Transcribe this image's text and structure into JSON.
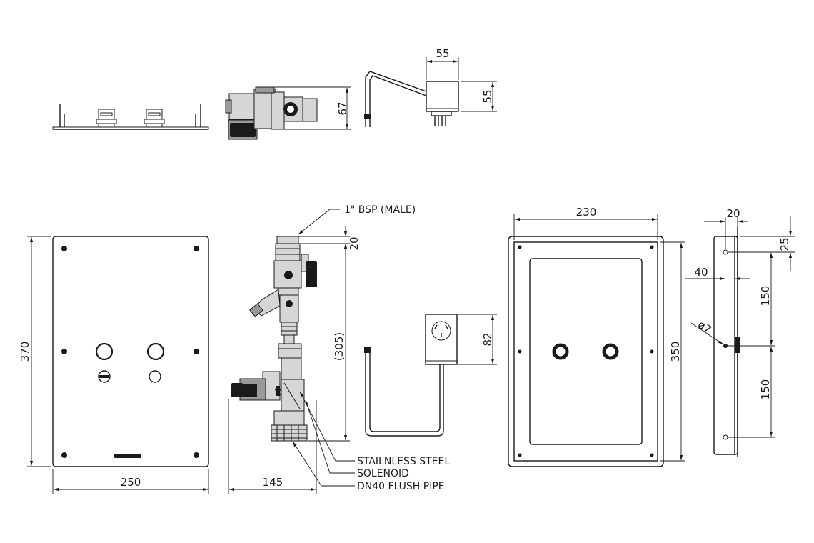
{
  "dimensions": {
    "top_valve_height": "67",
    "top_box_width": "55",
    "top_box_height": "55",
    "panel_height": "370",
    "panel_width": "250",
    "valve_top": "20",
    "valve_length": "(305)",
    "valve_depth": "145",
    "socket_height": "82",
    "cover_width": "230",
    "cover_height": "350",
    "side_offset_top": "20",
    "side_top": "25",
    "side_depth": "40",
    "side_upper_spacing": "150",
    "side_lower_spacing": "150",
    "hole_diameter": "ø7"
  },
  "labels": {
    "bsp": "1\" BSP (MALE)",
    "stainless": "STAILNLESS STEEL",
    "solenoid": "SOLENOID",
    "flush_pipe": "DN40 FLUSH PIPE"
  }
}
